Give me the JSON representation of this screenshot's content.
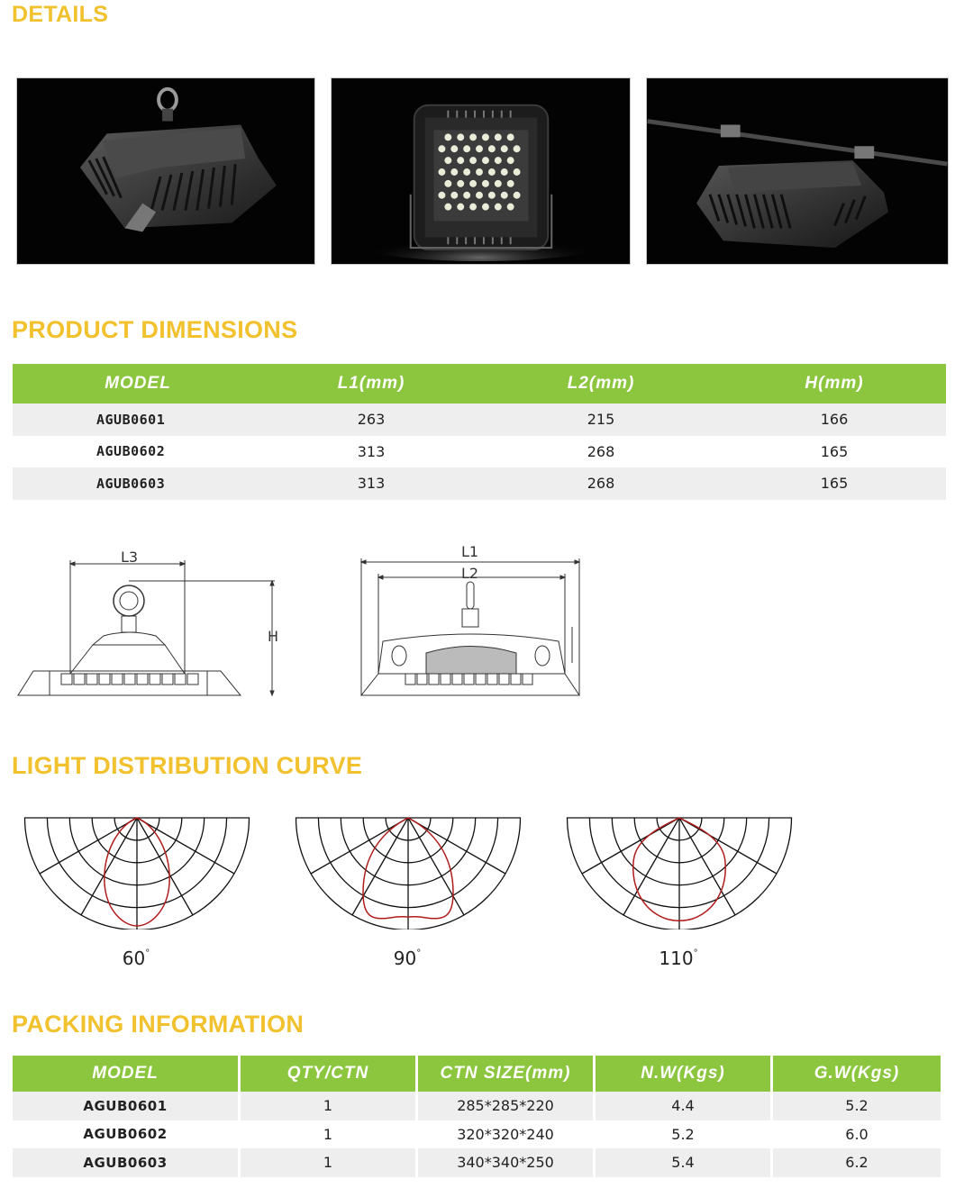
{
  "sections": {
    "details": "DETAILS",
    "dimensions": "PRODUCT DIMENSIONS",
    "light_curve": "LIGHT DISTRIBUTION CURVE",
    "packing": "PACKING INFORMATION"
  },
  "details_photos": [
    {
      "name": "high-bay-light-with-eye-bolt-photo"
    },
    {
      "name": "led-array-front-view-photo"
    },
    {
      "name": "high-bay-light-on-rail-mount-photo"
    }
  ],
  "dimensions_table": {
    "headers": [
      "MODEL",
      "L1(mm)",
      "L2(mm)",
      "H(mm)"
    ],
    "rows": [
      [
        "AGUB0601",
        "263",
        "215",
        "166"
      ],
      [
        "AGUB0602",
        "313",
        "268",
        "165"
      ],
      [
        "AGUB0603",
        "313",
        "268",
        "165"
      ]
    ]
  },
  "drawings": {
    "side": {
      "l3": "L3",
      "h": "H"
    },
    "front": {
      "l1": "L1",
      "l2": "L2"
    }
  },
  "light_curves": [
    {
      "beam": "60",
      "unit": "°"
    },
    {
      "beam": "90",
      "unit": "°"
    },
    {
      "beam": "110",
      "unit": "°"
    }
  ],
  "colors": {
    "title": "#f2c12e",
    "table_header": "#8cc63f",
    "curve": "#b01c1c"
  },
  "packing_table": {
    "headers": [
      "MODEL",
      "QTY/CTN",
      "CTN SIZE(mm)",
      "N.W(Kgs)",
      "G.W(Kgs)"
    ],
    "rows": [
      [
        "AGUB0601",
        "1",
        "285*285*220",
        "4.4",
        "5.2"
      ],
      [
        "AGUB0602",
        "1",
        "320*320*240",
        "5.2",
        "6.0"
      ],
      [
        "AGUB0603",
        "1",
        "340*340*250",
        "5.4",
        "6.2"
      ]
    ]
  }
}
